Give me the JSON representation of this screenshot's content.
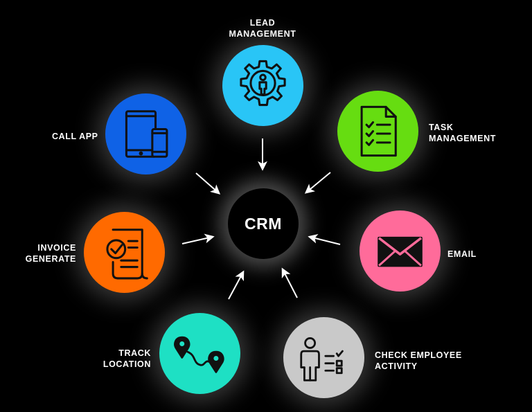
{
  "center": {
    "label": "CRM"
  },
  "nodes": [
    {
      "id": "lead",
      "lines": [
        "LEAD",
        "MANAGEMENT"
      ],
      "color": "#29c5f6",
      "icon": "gear-person-icon"
    },
    {
      "id": "task",
      "lines": [
        "TASK",
        "MANAGEMENT"
      ],
      "color": "#66dd11",
      "icon": "checklist-document-icon"
    },
    {
      "id": "email",
      "lines": [
        "EMAIL"
      ],
      "color": "#ff6b9a",
      "icon": "envelope-icon"
    },
    {
      "id": "activity",
      "lines": [
        "CHECK EMPLOYEE",
        "ACTIVITY"
      ],
      "color": "#c9c9c9",
      "icon": "employee-checklist-icon"
    },
    {
      "id": "track",
      "lines": [
        "TRACK",
        "LOCATION"
      ],
      "color": "#1ee0c4",
      "icon": "route-pins-icon"
    },
    {
      "id": "invoice",
      "lines": [
        "INVOICE",
        "GENERATE"
      ],
      "color": "#ff6a00",
      "icon": "invoice-check-icon"
    },
    {
      "id": "call",
      "lines": [
        "CALL APP"
      ],
      "color": "#0f62e6",
      "icon": "tablet-phone-icon"
    }
  ]
}
